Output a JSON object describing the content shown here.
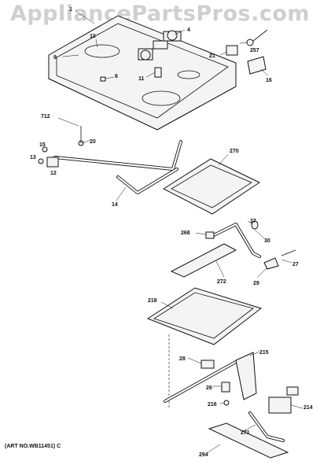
{
  "watermark": "AppliancePartsPros.com",
  "art_number": "(ART NO.WB11451) C",
  "part_labels": [
    "1",
    "4",
    "9",
    "10",
    "6",
    "11",
    "16",
    "21",
    "257",
    "712",
    "20",
    "15",
    "13",
    "12",
    "14",
    "270",
    "37",
    "268",
    "30",
    "27",
    "272",
    "29",
    "218",
    "215",
    "28",
    "26",
    "216",
    "214",
    "271",
    "294"
  ]
}
